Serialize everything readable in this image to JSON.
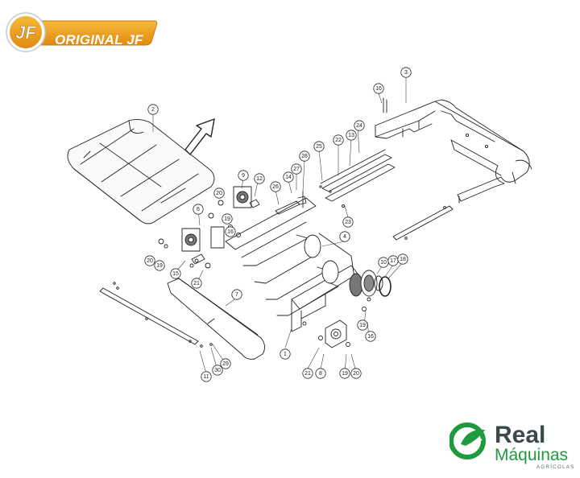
{
  "badge": {
    "logo_text": "JF",
    "label": "ORIGINAL JF",
    "color": "#f2a21b"
  },
  "brand": {
    "name": "Real",
    "sub": "Máquinas",
    "tag": "AGRÍCOLAS",
    "green": "#1f9a3f",
    "gray": "#3a4a4a"
  },
  "callouts": [
    {
      "id": "c1",
      "label": "1"
    },
    {
      "id": "c2",
      "label": "2"
    },
    {
      "id": "c3",
      "label": "3"
    },
    {
      "id": "c4",
      "label": "4"
    },
    {
      "id": "c6",
      "label": "6"
    },
    {
      "id": "c7",
      "label": "7"
    },
    {
      "id": "c8",
      "label": "8"
    },
    {
      "id": "c9",
      "label": "9"
    },
    {
      "id": "c10",
      "label": "10"
    },
    {
      "id": "c11",
      "label": "11"
    },
    {
      "id": "c12",
      "label": "12"
    },
    {
      "id": "c13",
      "label": "13"
    },
    {
      "id": "c14",
      "label": "14"
    },
    {
      "id": "c15",
      "label": "15"
    },
    {
      "id": "c16a",
      "label": "16"
    },
    {
      "id": "c16b",
      "label": "16"
    },
    {
      "id": "c16c",
      "label": "16"
    },
    {
      "id": "c17",
      "label": "17"
    },
    {
      "id": "c18",
      "label": "18"
    },
    {
      "id": "c19a",
      "label": "19"
    },
    {
      "id": "c19b",
      "label": "19"
    },
    {
      "id": "c19c",
      "label": "19"
    },
    {
      "id": "c19d",
      "label": "19"
    },
    {
      "id": "c20a",
      "label": "20"
    },
    {
      "id": "c20b",
      "label": "20"
    },
    {
      "id": "c20c",
      "label": "20"
    },
    {
      "id": "c21a",
      "label": "21"
    },
    {
      "id": "c21b",
      "label": "21"
    },
    {
      "id": "c22",
      "label": "22"
    },
    {
      "id": "c23",
      "label": "23"
    },
    {
      "id": "c24",
      "label": "24"
    },
    {
      "id": "c25",
      "label": "25"
    },
    {
      "id": "c26",
      "label": "26"
    },
    {
      "id": "c27",
      "label": "27"
    },
    {
      "id": "c28",
      "label": "28"
    },
    {
      "id": "c29",
      "label": "29"
    },
    {
      "id": "c30",
      "label": "30"
    }
  ]
}
